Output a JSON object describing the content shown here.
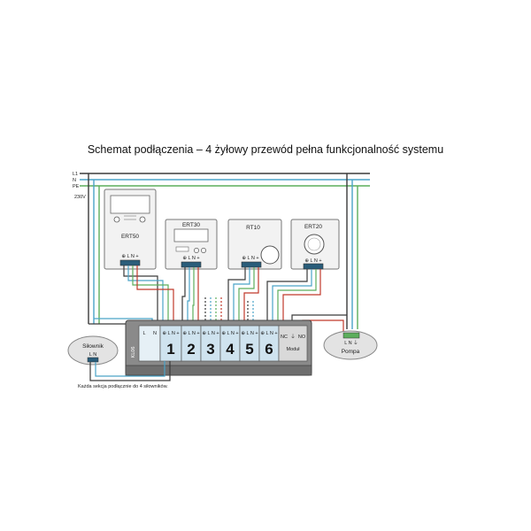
{
  "title": "Schemat podłączenia – 4 żyłowy przewód pełna funkcjonalność systemu",
  "bus": {
    "l1": "L1",
    "n": "N",
    "pe": "PE",
    "voltage": "230V"
  },
  "thermostats": [
    {
      "name": "ERT50",
      "terminals": "⊕ L N +"
    },
    {
      "name": "ERT30",
      "terminals": "⊕ L N +"
    },
    {
      "name": "RT10",
      "terminals": "⊕ L N +"
    },
    {
      "name": "ERT20",
      "terminals": "⊕ L N +"
    }
  ],
  "controller": {
    "model_label": "KL06",
    "power_terminals": [
      "L",
      "N"
    ],
    "section_terminals": "⊕ L N +",
    "sections": [
      "1",
      "2",
      "3",
      "4",
      "5",
      "6"
    ],
    "module_label": "Moduł",
    "module_terminals": [
      "NC",
      "⏚",
      "NO"
    ]
  },
  "actuator": {
    "name": "Siłownik",
    "terminals": "L  N"
  },
  "pump": {
    "name": "Pompa",
    "terminals": "L N ⏚"
  },
  "note": "Każda sekcja podłącznie do 4 siłowników.",
  "colors": {
    "bus_l1": "#3a3a3a",
    "bus_n": "#4aa3c8",
    "bus_pe": "#5cae5c",
    "wire_red": "#c0392b"
  }
}
